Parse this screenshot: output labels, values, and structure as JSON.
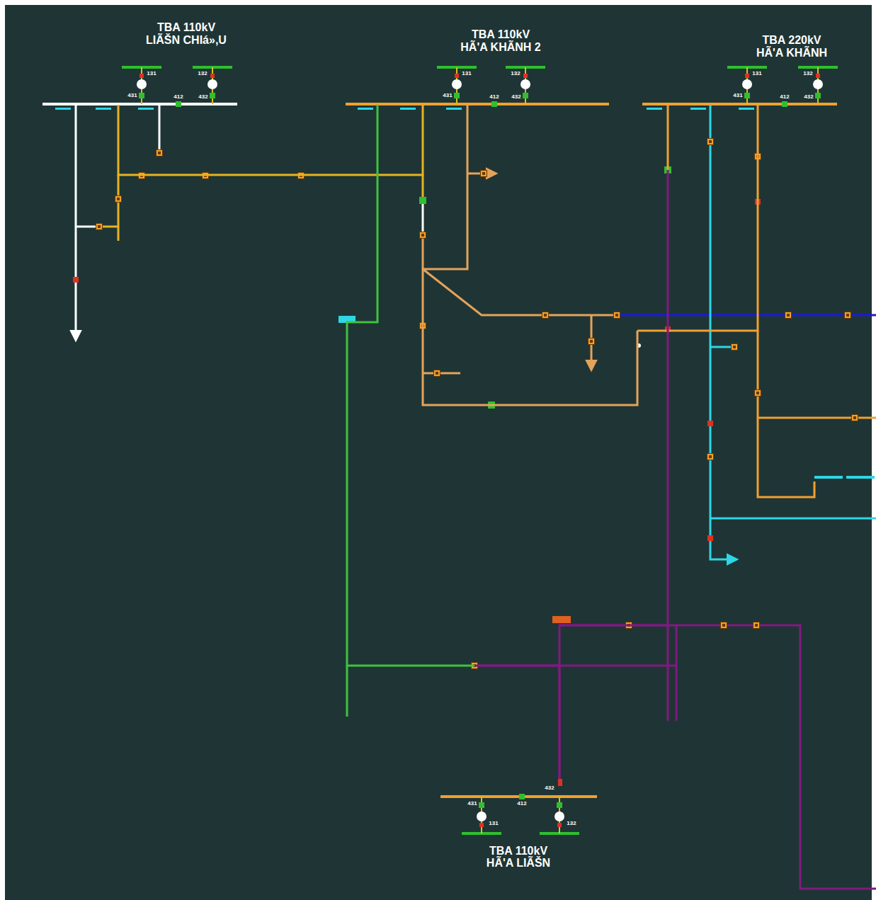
{
  "diagram": {
    "nodes": [
      {
        "text": [
          "TBA 110kV LIÃŠN CHIá»,U"
        ]
      },
      {
        "text": [
          "TBA 110kV HÃ'A KHÃNH 2"
        ]
      },
      {
        "text": [
          "TBA 220kV HÃ'A KHÃNH"
        ]
      },
      {
        "text": [
          "TBA 110kV HÃ'A LIÃŠN"
        ]
      }
    ],
    "edges": [
      {
        "from": 0,
        "to": 1,
        "arrow": "none"
      },
      {
        "from": 1,
        "to": 3,
        "arrow": "none"
      },
      {
        "from": 1,
        "to": 2,
        "arrow": "none"
      },
      {
        "from": 2,
        "to": 3,
        "arrow": "none"
      }
    ],
    "labels": [
      "131",
      "132",
      "431",
      "412",
      "432",
      "131",
      "132",
      "431",
      "412",
      "432",
      "131",
      "132",
      "431",
      "412",
      "432",
      "431",
      "412",
      "432",
      "131",
      "132"
    ]
  }
}
